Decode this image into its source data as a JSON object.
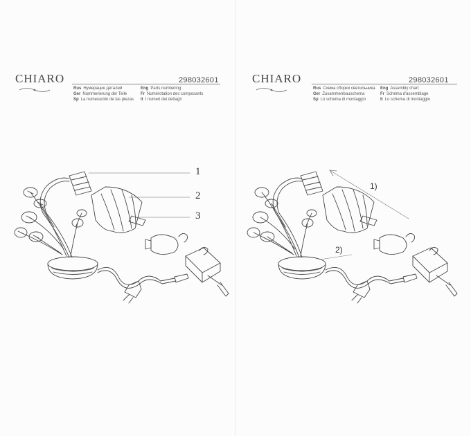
{
  "sheets": [
    {
      "brand": "CHIARO",
      "code": "298032601",
      "legend": [
        {
          "lang": "Rus",
          "text": "Нумерация деталей"
        },
        {
          "lang": "Ger",
          "text": "Nummerierung der Teile"
        },
        {
          "lang": "Sp",
          "text": "La numeración de las piezas"
        },
        {
          "lang": "Eng",
          "text": "Parts numbering"
        },
        {
          "lang": "Fr",
          "text": "Numérotation des composants"
        },
        {
          "lang": "It",
          "text": "I numeri dei dettagli"
        }
      ],
      "callouts": [
        "1",
        "2",
        "3"
      ]
    },
    {
      "brand": "CHIARO",
      "code": "298032601",
      "legend": [
        {
          "lang": "Rus",
          "text": "Схема сборки светильника"
        },
        {
          "lang": "Ger",
          "text": "Zusammenbauschema"
        },
        {
          "lang": "Sp",
          "text": "Lo schema di montaggio"
        },
        {
          "lang": "Eng",
          "text": "Assembly chart"
        },
        {
          "lang": "Fr",
          "text": "Schéma d'assemblage"
        },
        {
          "lang": "It",
          "text": "Lo schema di montaggio"
        }
      ],
      "steps": [
        "1)",
        "2)"
      ]
    }
  ],
  "colors": {
    "ink": "#333333",
    "paper": "#fcfcfc",
    "rule": "#888888"
  }
}
